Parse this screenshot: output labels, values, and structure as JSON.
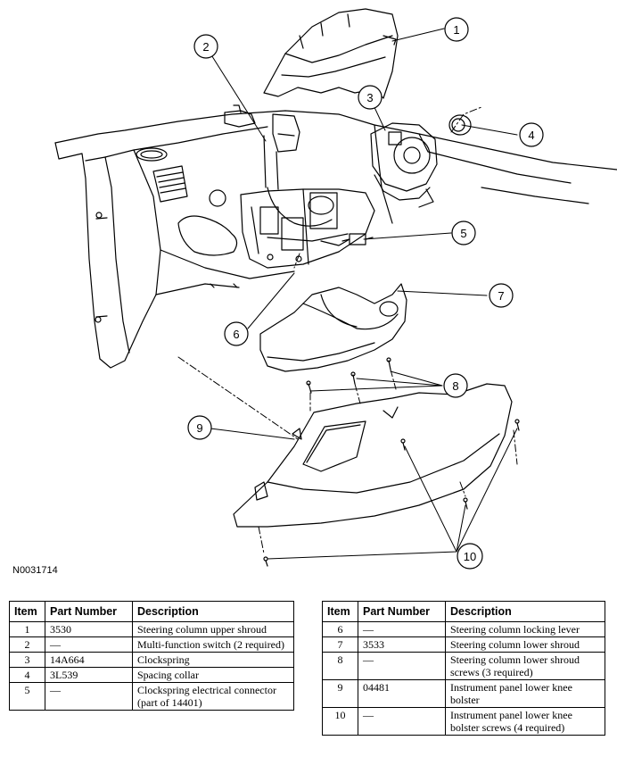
{
  "figure_id": "N0031714",
  "callouts": [
    "1",
    "2",
    "3",
    "4",
    "5",
    "6",
    "7",
    "8",
    "9",
    "10"
  ],
  "table": {
    "headers": [
      "Item",
      "Part Number",
      "Description"
    ],
    "left_rows": [
      {
        "item": "1",
        "part": "3530",
        "desc": "Steering column upper shroud"
      },
      {
        "item": "2",
        "part": "—",
        "desc": "Multi-function switch (2 required)"
      },
      {
        "item": "3",
        "part": "14A664",
        "desc": "Clockspring"
      },
      {
        "item": "4",
        "part": "3L539",
        "desc": "Spacing collar"
      },
      {
        "item": "5",
        "part": "—",
        "desc": "Clockspring electrical connector (part of 14401)"
      }
    ],
    "right_rows": [
      {
        "item": "6",
        "part": "—",
        "desc": "Steering column locking lever"
      },
      {
        "item": "7",
        "part": "3533",
        "desc": "Steering column lower shroud"
      },
      {
        "item": "8",
        "part": "—",
        "desc": "Steering column lower shroud screws (3 required)"
      },
      {
        "item": "9",
        "part": "04481",
        "desc": "Instrument panel lower knee bolster"
      },
      {
        "item": "10",
        "part": "—",
        "desc": "Instrument panel lower knee bolster screws (4 required)"
      }
    ]
  }
}
